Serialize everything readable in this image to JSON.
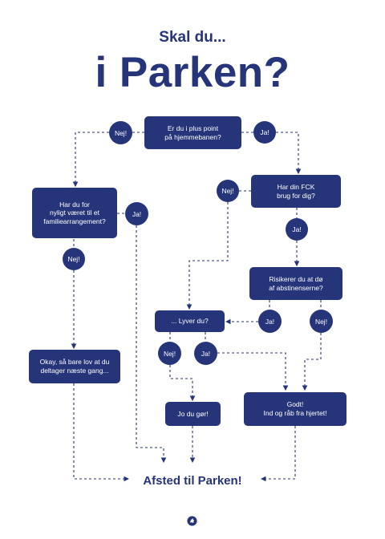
{
  "header": {
    "subtitle": "Skal du...",
    "title": "i Parken?"
  },
  "questions": {
    "q1": "Er du i plus point\npå hjemmebanen?",
    "q2": "Har du for\nnyligt været til et\nfamiliearrangement?",
    "q3": "Har din FCK\nbrug for dig?",
    "q4": "Risikerer du at dø\naf abstinenserne?",
    "q5": "... Lyver du?"
  },
  "outcomes": {
    "o1": "Okay, så bare lov at du\ndeltager næste gang...",
    "o2": "Jo du gør!",
    "o3": "Godt!\nInd og råb fra hjertet!"
  },
  "answers": {
    "yes": "Ja!",
    "no": "Nej!"
  },
  "footer": {
    "end_label": "Afsted til Parken!",
    "logo_icon": "fck-crest-icon"
  },
  "colors": {
    "primary": "#26347a",
    "background": "#ffffff"
  }
}
